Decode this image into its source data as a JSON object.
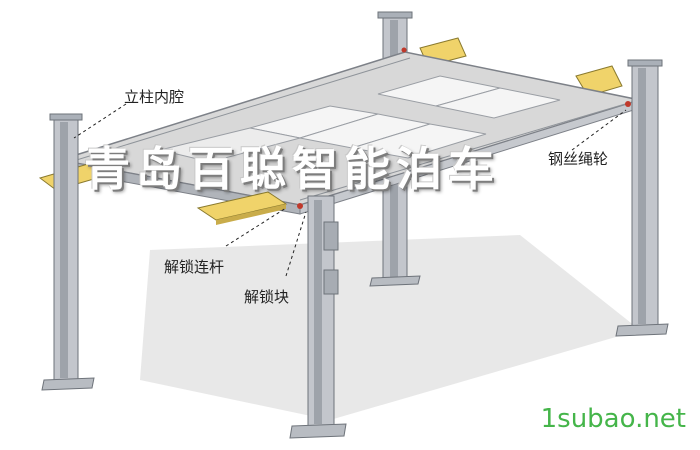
{
  "diagram": {
    "callouts": {
      "column_cavity": "立柱内腔",
      "unlock_rod": "解锁连杆",
      "unlock_block": "解锁块",
      "wire_rope": "钢丝绳轮"
    },
    "watermark_text": "青岛百聪智能泊车",
    "site_mark": "1subao.net",
    "colors": {
      "column": "#c3c6cc",
      "column_dark": "#8e939b",
      "platform": "#d8d8d8",
      "panel": "#f5f5f5",
      "ramp": "#f0d36a",
      "shadow": "#e4e4e4",
      "watermark_accent": "#45b54a"
    }
  }
}
